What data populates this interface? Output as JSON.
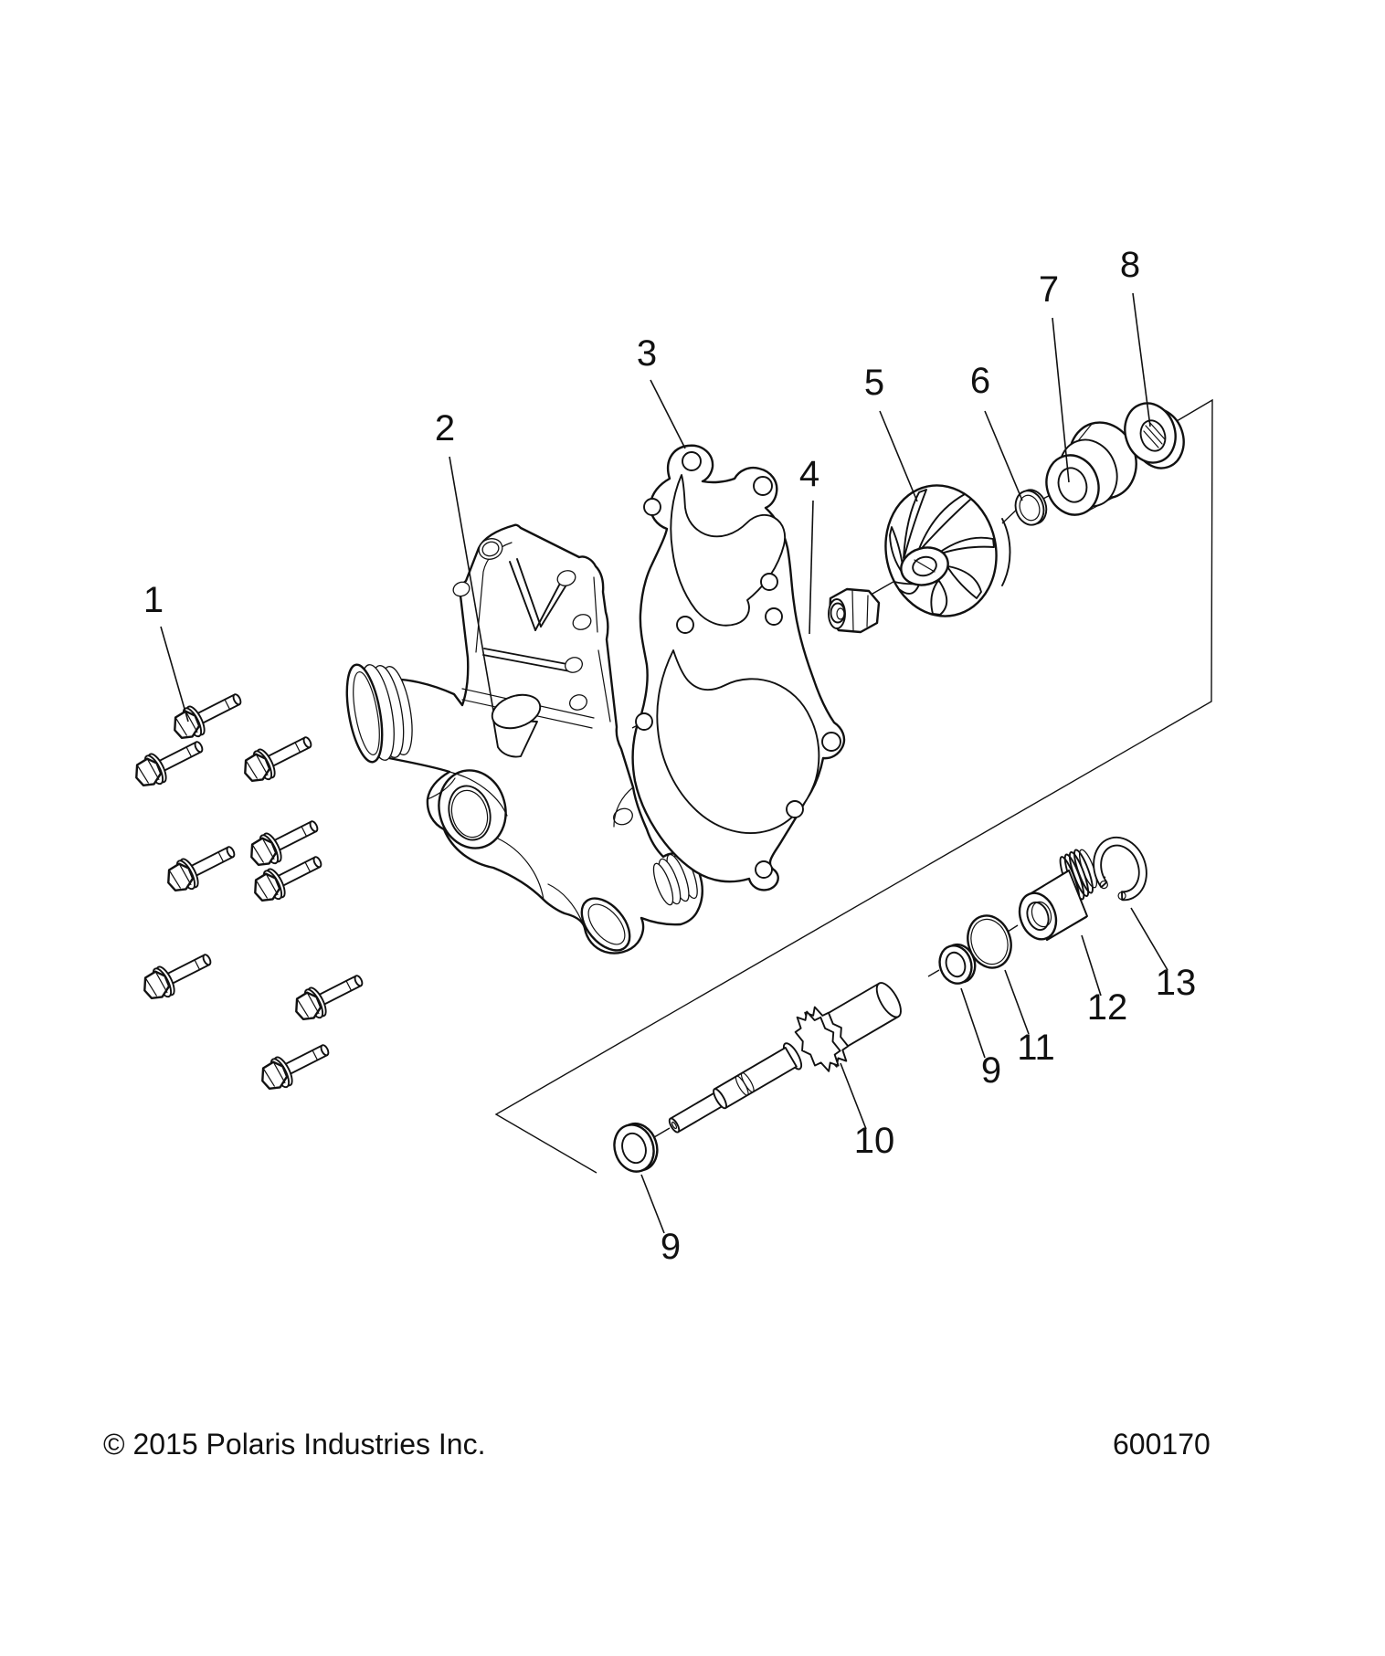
{
  "figure": {
    "type": "exploded-parts-diagram",
    "callouts": {
      "c1": "1",
      "c2": "2",
      "c3": "3",
      "c4": "4",
      "c5": "5",
      "c6": "6",
      "c7": "7",
      "c8": "8",
      "c9a": "9",
      "c9b": "9",
      "c10": "10",
      "c11": "11",
      "c12": "12",
      "c13": "13"
    }
  },
  "footer": {
    "copyright": "© 2015 Polaris Industries Inc.",
    "part_number": "600170"
  },
  "colors": {
    "ink": "#111111",
    "background": "#ffffff"
  }
}
